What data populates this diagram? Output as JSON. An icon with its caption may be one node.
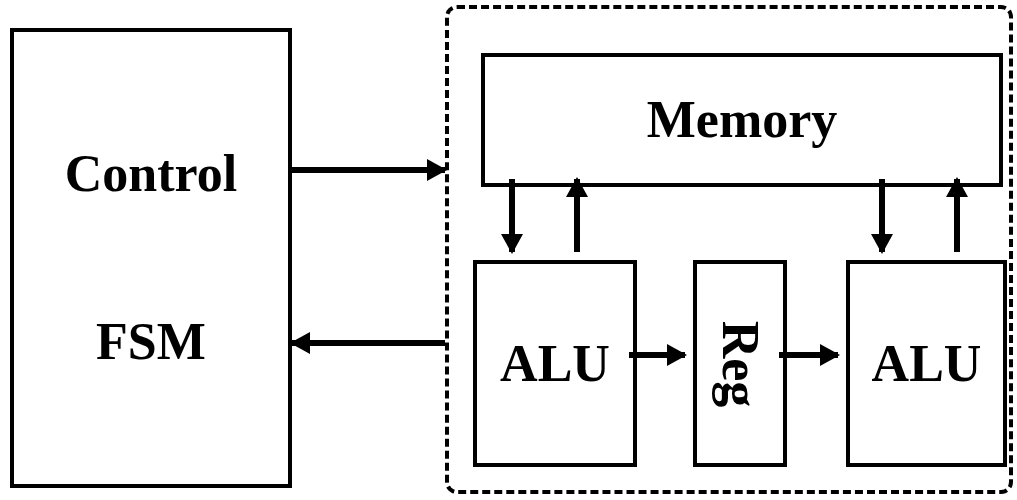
{
  "diagram": {
    "nodes": [
      {
        "text": [
          "Control",
          "FSM"
        ]
      },
      {
        "text": [],
        "shape": "box"
      },
      {
        "text": [
          "Memory"
        ],
        "in": 1
      },
      {
        "text": [
          "ALU"
        ],
        "in": 1
      },
      {
        "text": [
          "Reg"
        ],
        "in": 1
      },
      {
        "text": [
          "ALU"
        ],
        "in": 1
      }
    ],
    "edges": [
      {
        "from": 0,
        "to": 1,
        "arrow": "to"
      },
      {
        "from": 1,
        "to": 0,
        "arrow": "to"
      },
      {
        "from": 2,
        "to": 3,
        "arrow": "to"
      },
      {
        "from": 3,
        "to": 2,
        "arrow": "to"
      },
      {
        "from": 3,
        "to": 4,
        "arrow": "to"
      },
      {
        "from": 4,
        "to": 5,
        "arrow": "to"
      },
      {
        "from": 2,
        "to": 5,
        "arrow": "to"
      },
      {
        "from": 5,
        "to": 2,
        "arrow": "to"
      }
    ]
  }
}
